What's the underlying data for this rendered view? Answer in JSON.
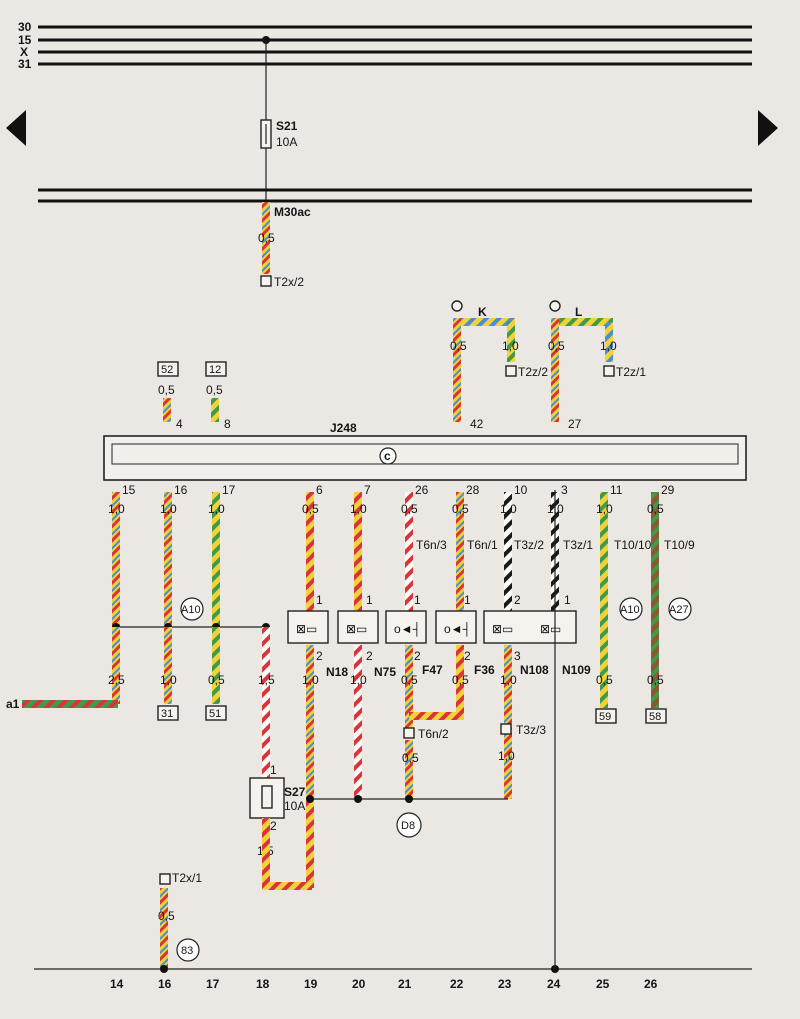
{
  "colors": {
    "background": "#ebe7e3",
    "ink": "#151515",
    "wire_red": "#d8343a",
    "wire_yellow": "#f2d23a",
    "wire_blue": "#4a8fd0",
    "wire_green": "#3f9a4a",
    "wire_black": "#1a1a1a",
    "wire_brown": "#8a5a34",
    "wire_white": "#fbfbf8"
  },
  "icons": {
    "nav_left": "triangle-left-icon",
    "nav_right": "triangle-right-icon",
    "fuse": "fuse-icon",
    "valve": "valve-icon",
    "switch": "switch-icon",
    "connector": "connector-icon",
    "ground": "ground-point-icon"
  },
  "bus_labels": [
    "30",
    "15",
    "X",
    "31"
  ],
  "top": {
    "fuse_s21": "S21",
    "fuse_s21_rating": "10A",
    "m30ac": "M30ac",
    "size_05": "0,5",
    "conn_t2x2": "T2x/2"
  },
  "ecu": {
    "name": "J248",
    "symbol": "c"
  },
  "ecu_top_pins": [
    {
      "pin": "4",
      "size": "0,5",
      "box": "52"
    },
    {
      "pin": "8",
      "size": "0,5",
      "box": "12"
    },
    {
      "pin": "42",
      "size": "0,5",
      "conn": "K"
    },
    {
      "pin": "27",
      "size": "0,5",
      "conn": "L"
    }
  ],
  "right_top": {
    "k_size2": "1,0",
    "k_conn": "T2z/2",
    "l_size2": "1,0",
    "l_conn": "T2z/1"
  },
  "ecu_bottom_pins": [
    {
      "pin": "15",
      "size": "1,0"
    },
    {
      "pin": "16",
      "size": "1,0"
    },
    {
      "pin": "17",
      "size": "1,0"
    },
    {
      "pin": "6",
      "size": "0,5"
    },
    {
      "pin": "7",
      "size": "1,0"
    },
    {
      "pin": "26",
      "size": "0,5"
    },
    {
      "pin": "28",
      "size": "0,5"
    },
    {
      "pin": "10",
      "size": "1,0"
    },
    {
      "pin": "3",
      "size": "1,0"
    },
    {
      "pin": "11",
      "size": "1,0"
    },
    {
      "pin": "29",
      "size": "0,5"
    }
  ],
  "side_conns": [
    "T6n/3",
    "T6n/1",
    "T3z/2",
    "T3z/1",
    "T10/10",
    "T10/9"
  ],
  "refs": {
    "a10_left": "A10",
    "a10_right": "A10",
    "a27": "A27",
    "d8": "D8",
    "n83": "83"
  },
  "components": {
    "n18": "N18",
    "n75": "N75",
    "f47": "F47",
    "f36": "F36",
    "n108": "N108",
    "n109": "N109",
    "pin1": "1",
    "pin2": "2",
    "pin3": "3"
  },
  "lower": {
    "sizes": [
      "2,5",
      "1,0",
      "0,5",
      "1,5",
      "1,0",
      "1,0",
      "0,5",
      "0,5",
      "1,0",
      "0,5",
      "0,5"
    ],
    "boxes": [
      "31",
      "51",
      "59",
      "58"
    ],
    "t6n2": "T6n/2",
    "t6n2_size": "0,5",
    "t3z3": "T3z/3",
    "t3z3_size": "1,0",
    "a1": "a1"
  },
  "fuse_s27": {
    "name": "S27",
    "rating": "10A",
    "pin1": "1",
    "pin2": "2",
    "size": "1,5"
  },
  "bottom": {
    "conn_t2x1": "T2x/1",
    "size": "0,5"
  },
  "columns": [
    "14",
    "16",
    "17",
    "18",
    "19",
    "20",
    "21",
    "22",
    "23",
    "24",
    "25",
    "26"
  ]
}
